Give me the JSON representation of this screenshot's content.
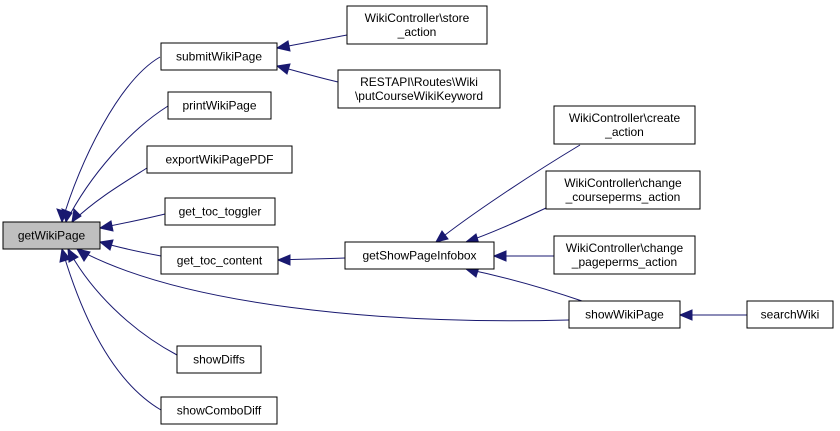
{
  "diagram": {
    "nodes": [
      {
        "id": "getWikiPage",
        "lines": [
          "getWikiPage"
        ],
        "root": true
      },
      {
        "id": "submitWikiPage",
        "lines": [
          "submitWikiPage"
        ]
      },
      {
        "id": "printWikiPage",
        "lines": [
          "printWikiPage"
        ]
      },
      {
        "id": "exportWikiPagePDF",
        "lines": [
          "exportWikiPagePDF"
        ]
      },
      {
        "id": "get_toc_toggler",
        "lines": [
          "get_toc_toggler"
        ]
      },
      {
        "id": "get_toc_content",
        "lines": [
          "get_toc_content"
        ]
      },
      {
        "id": "showDiffs",
        "lines": [
          "showDiffs"
        ]
      },
      {
        "id": "showComboDiff",
        "lines": [
          "showComboDiff"
        ]
      },
      {
        "id": "storeAction",
        "lines": [
          "WikiController\\store",
          "_action"
        ]
      },
      {
        "id": "putCourseWikiKeyword",
        "lines": [
          "RESTAPI\\Routes\\Wiki",
          "\\putCourseWikiKeyword"
        ]
      },
      {
        "id": "getShowPageInfobox",
        "lines": [
          "getShowPageInfobox"
        ]
      },
      {
        "id": "createAction",
        "lines": [
          "WikiController\\create",
          "_action"
        ]
      },
      {
        "id": "changeCoursepermsAction",
        "lines": [
          "WikiController\\change",
          "_courseperms_action"
        ]
      },
      {
        "id": "changePagepermsAction",
        "lines": [
          "WikiController\\change",
          "_pageperms_action"
        ]
      },
      {
        "id": "showWikiPage",
        "lines": [
          "showWikiPage"
        ]
      },
      {
        "id": "searchWiki",
        "lines": [
          "searchWiki"
        ]
      }
    ],
    "edges": [
      {
        "from": "submitWikiPage",
        "to": "getWikiPage"
      },
      {
        "from": "printWikiPage",
        "to": "getWikiPage"
      },
      {
        "from": "exportWikiPagePDF",
        "to": "getWikiPage"
      },
      {
        "from": "get_toc_toggler",
        "to": "getWikiPage"
      },
      {
        "from": "get_toc_content",
        "to": "getWikiPage"
      },
      {
        "from": "showWikiPage",
        "to": "getWikiPage"
      },
      {
        "from": "showDiffs",
        "to": "getWikiPage"
      },
      {
        "from": "showComboDiff",
        "to": "getWikiPage"
      },
      {
        "from": "storeAction",
        "to": "submitWikiPage"
      },
      {
        "from": "putCourseWikiKeyword",
        "to": "submitWikiPage"
      },
      {
        "from": "getShowPageInfobox",
        "to": "get_toc_content"
      },
      {
        "from": "createAction",
        "to": "getShowPageInfobox"
      },
      {
        "from": "changeCoursepermsAction",
        "to": "getShowPageInfobox"
      },
      {
        "from": "changePagepermsAction",
        "to": "getShowPageInfobox"
      },
      {
        "from": "showWikiPage",
        "to": "getShowPageInfobox"
      },
      {
        "from": "searchWiki",
        "to": "showWikiPage"
      }
    ],
    "colors": {
      "edge": "#191970",
      "root_fill": "#bfbfbf",
      "node_fill": "#ffffff",
      "border": "#000000"
    }
  }
}
